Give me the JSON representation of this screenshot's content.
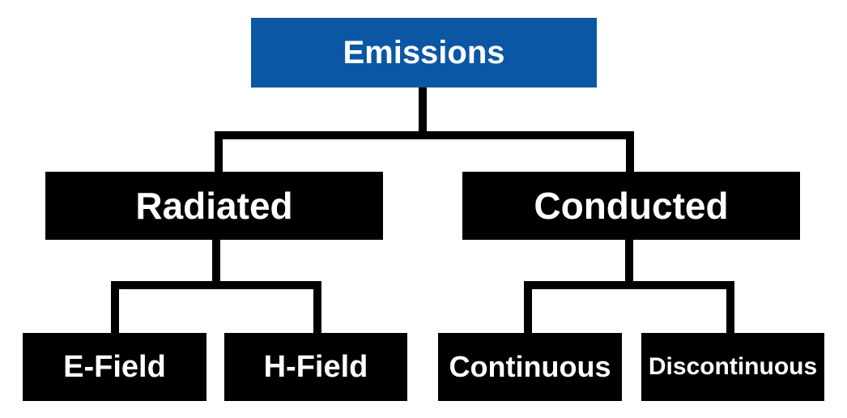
{
  "colors": {
    "root_fill": "#0B57A5",
    "node_fill": "#000000",
    "label_text": "#FFFFFF",
    "connector": "#000000",
    "background": "#FFFFFF"
  },
  "tree": {
    "root": {
      "label": "Emissions",
      "children": [
        {
          "label": "Radiated",
          "children": [
            {
              "label": "E-Field"
            },
            {
              "label": "H-Field"
            }
          ]
        },
        {
          "label": "Conducted",
          "children": [
            {
              "label": "Continuous"
            },
            {
              "label": "Discontinuous"
            }
          ]
        }
      ]
    }
  }
}
